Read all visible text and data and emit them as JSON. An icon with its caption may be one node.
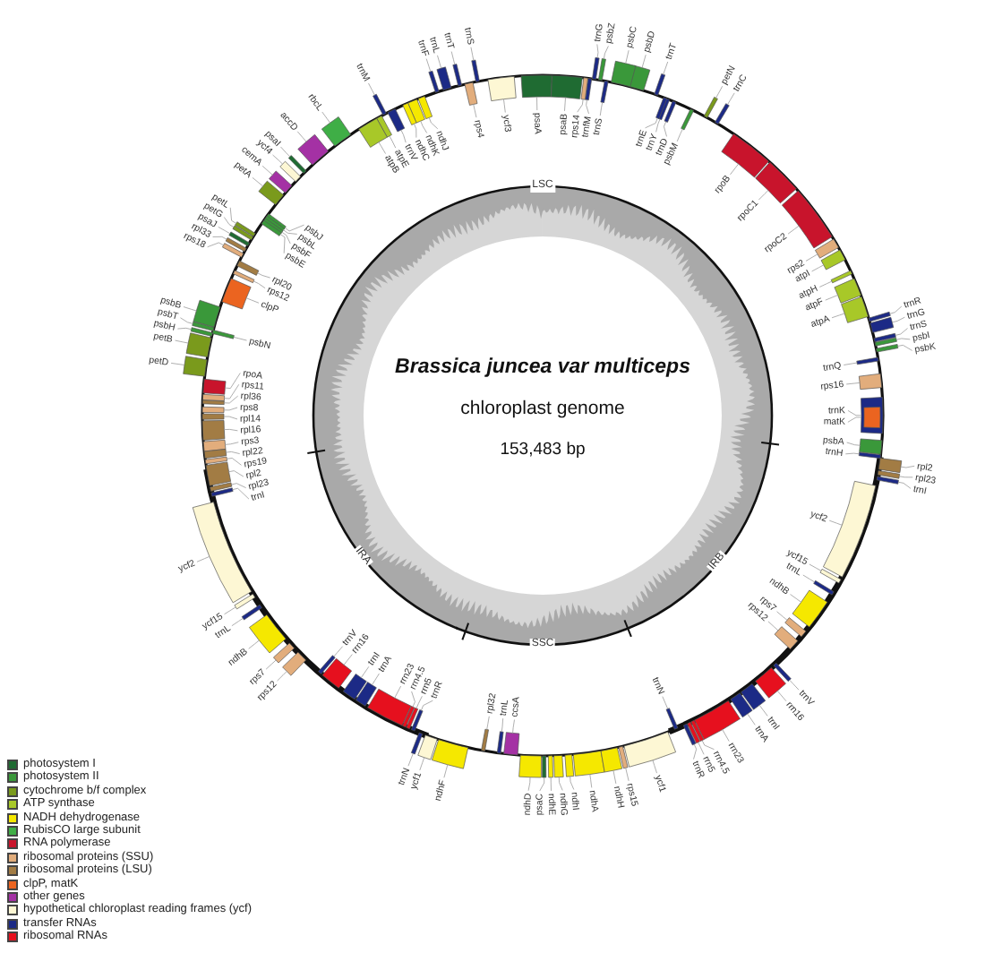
{
  "diagram": {
    "title": "Brassica juncea var multiceps",
    "nodes": [
      {
        "text": [],
        "shape": "bar"
      },
      {
        "text": [
          "trnH"
        ]
      },
      {
        "text": [],
        "shape": "bar"
      },
      {
        "text": [
          "psbA"
        ]
      },
      {
        "text": [],
        "shape": "bar"
      },
      {
        "text": [
          "trnK"
        ]
      },
      {
        "text": [],
        "shape": "bar",
        "in": 4
      },
      {
        "text": [
          "matK"
        ]
      },
      {
        "text": [],
        "shape": "bar"
      },
      {
        "text": [
          "rps16"
        ]
      },
      {
        "text": [],
        "shape": "bar"
      },
      {
        "text": [
          "trnQ"
        ]
      },
      {
        "text": [],
        "shape": "bar"
      },
      {
        "text": [
          "psbK"
        ]
      },
      {
        "text": [],
        "shape": "bar"
      },
      {
        "text": [
          "psbI"
        ]
      },
      {
        "text": [],
        "shape": "bar"
      },
      {
        "text": [
          "trnS"
        ]
      },
      {
        "text": [],
        "shape": "bar"
      },
      {
        "text": [
          "trnG"
        ]
      },
      {
        "text": [],
        "shape": "bar"
      },
      {
        "text": [
          "trnR"
        ]
      },
      {
        "text": [],
        "shape": "bar"
      },
      {
        "text": [
          "atpA"
        ]
      },
      {
        "text": [],
        "shape": "bar"
      },
      {
        "text": [
          "atpF"
        ]
      },
      {
        "text": [],
        "shape": "bar"
      },
      {
        "text": [
          "atpH"
        ]
      },
      {
        "text": [],
        "shape": "bar"
      },
      {
        "text": [
          "atpI"
        ]
      },
      {
        "text": [],
        "shape": "bar"
      },
      {
        "text": [
          "rps2"
        ]
      },
      {
        "text": [],
        "shape": "bar"
      },
      {
        "text": [
          "rpoC2"
        ]
      },
      {
        "text": [],
        "shape": "bar"
      },
      {
        "text": [
          "rpoC1"
        ]
      },
      {
        "text": [],
        "shape": "bar"
      },
      {
        "text": [
          "rpoB"
        ]
      },
      {
        "text": [],
        "shape": "bar"
      },
      {
        "text": [
          "trnC"
        ]
      },
      {
        "text": [],
        "shape": "bar"
      },
      {
        "text": [
          "petN"
        ]
      },
      {
        "text": [],
        "shape": "bar"
      },
      {
        "text": [
          "psbM"
        ]
      },
      {
        "text": [],
        "shape": "bar"
      },
      {
        "text": [
          "trnD"
        ]
      },
      {
        "text": [],
        "shape": "bar"
      },
      {
        "text": [
          "trnY"
        ]
      },
      {
        "text": [],
        "shape": "bar"
      },
      {
        "text": [
          "trnE"
        ]
      },
      {
        "text": [],
        "shape": "bar"
      },
      {
        "text": [
          "trnT"
        ]
      },
      {
        "text": [],
        "shape": "bar"
      },
      {
        "text": [
          "psbD"
        ]
      },
      {
        "text": [],
        "shape": "bar"
      },
      {
        "text": [
          "psbC"
        ]
      },
      {
        "text": [],
        "shape": "bar"
      },
      {
        "text": [
          "trnS"
        ]
      },
      {
        "text": [],
        "shape": "bar"
      },
      {
        "text": [
          "psbZ"
        ]
      },
      {
        "text": [],
        "shape": "bar"
      },
      {
        "text": [
          "trnG"
        ]
      },
      {
        "text": [],
        "shape": "bar"
      },
      {
        "text": [
          "trnfM"
        ]
      },
      {
        "text": [],
        "shape": "bar"
      },
      {
        "text": [
          "rps14"
        ]
      },
      {
        "text": [],
        "shape": "bar"
      },
      {
        "text": [
          "psaB"
        ]
      },
      {
        "text": [],
        "shape": "bar"
      },
      {
        "text": [
          "psaA"
        ]
      },
      {
        "text": [],
        "shape": "bar"
      },
      {
        "text": [
          "ycf3"
        ]
      },
      {
        "text": [],
        "shape": "bar"
      },
      {
        "text": [
          "trnS"
        ]
      },
      {
        "text": [],
        "shape": "bar"
      },
      {
        "text": [
          "rps4"
        ]
      },
      {
        "text": [],
        "shape": "bar"
      },
      {
        "text": [
          "trnT"
        ]
      },
      {
        "text": [],
        "shape": "bar"
      },
      {
        "text": [
          "trnL"
        ]
      },
      {
        "text": [],
        "shape": "bar"
      },
      {
        "text": [
          "trnF"
        ]
      },
      {
        "text": [],
        "shape": "bar"
      },
      {
        "text": [
          "ndhJ"
        ]
      },
      {
        "text": [],
        "shape": "bar"
      },
      {
        "text": [
          "ndhK"
        ]
      },
      {
        "text": [],
        "shape": "bar"
      },
      {
        "text": [
          "ndhC"
        ]
      },
      {
        "text": [],
        "shape": "bar"
      },
      {
        "text": [
          "trnV"
        ]
      },
      {
        "text": [],
        "shape": "bar"
      },
      {
        "text": [
          "trnM"
        ]
      },
      {
        "text": [],
        "shape": "bar"
      },
      {
        "text": [
          "atpE"
        ]
      },
      {
        "text": [],
        "shape": "bar"
      },
      {
        "text": [
          "atpB"
        ]
      },
      {
        "text": [],
        "shape": "bar"
      },
      {
        "text": [
          "rbcL"
        ]
      },
      {
        "text": [],
        "shape": "bar"
      },
      {
        "text": [
          "accD"
        ]
      },
      {
        "text": [],
        "shape": "bar"
      },
      {
        "text": [
          "psaI"
        ]
      },
      {
        "text": [],
        "shape": "bar"
      },
      {
        "text": [
          "ycf4"
        ]
      },
      {
        "text": [],
        "shape": "bar"
      },
      {
        "text": [
          "cemA"
        ]
      },
      {
        "text": [],
        "shape": "bar"
      },
      {
        "text": [
          "petA"
        ]
      },
      {
        "text": [],
        "shape": "bar"
      },
      {
        "text": [
          "psbJ"
        ]
      },
      {
        "text": [],
        "shape": "bar"
      },
      {
        "text": [
          "psbL"
        ]
      },
      {
        "text": [],
        "shape": "bar"
      },
      {
        "text": [
          "psbF"
        ]
      },
      {
        "text": [],
        "shape": "bar"
      },
      {
        "text": [
          "psbE"
        ]
      },
      {
        "text": [],
        "shape": "bar"
      },
      {
        "text": [
          "petL"
        ]
      },
      {
        "text": [],
        "shape": "bar"
      },
      {
        "text": [
          "petG"
        ]
      },
      {
        "text": [],
        "shape": "bar"
      },
      {
        "text": [
          "psaJ"
        ]
      },
      {
        "text": [],
        "shape": "bar"
      },
      {
        "text": [
          "rpl33"
        ]
      },
      {
        "text": [],
        "shape": "bar"
      },
      {
        "text": [
          "rps18"
        ]
      },
      {
        "text": [],
        "shape": "bar"
      },
      {
        "text": [
          "rpl20"
        ]
      },
      {
        "text": [],
        "shape": "bar"
      },
      {
        "text": [
          "rps12"
        ]
      },
      {
        "text": [],
        "shape": "bar"
      },
      {
        "text": [
          "clpP"
        ]
      },
      {
        "text": [],
        "shape": "bar"
      },
      {
        "text": [
          "psbB"
        ]
      },
      {
        "text": [],
        "shape": "bar"
      },
      {
        "text": [
          "psbT"
        ]
      },
      {
        "text": [],
        "shape": "bar"
      },
      {
        "text": [
          "psbN"
        ]
      },
      {
        "text": [],
        "shape": "bar"
      },
      {
        "text": [
          "psbH"
        ]
      },
      {
        "text": [],
        "shape": "bar"
      },
      {
        "text": [
          "petB"
        ]
      },
      {
        "text": [],
        "shape": "bar"
      },
      {
        "text": [
          "petD"
        ]
      },
      {
        "text": [],
        "shape": "bar"
      },
      {
        "text": [
          "rpoA"
        ]
      },
      {
        "text": [],
        "shape": "bar"
      },
      {
        "text": [
          "rps11"
        ]
      },
      {
        "text": [],
        "shape": "bar"
      },
      {
        "text": [
          "rpl36"
        ]
      },
      {
        "text": [],
        "shape": "bar"
      },
      {
        "text": [
          "rps8"
        ]
      },
      {
        "text": [],
        "shape": "bar"
      },
      {
        "text": [
          "rpl14"
        ]
      },
      {
        "text": [],
        "shape": "bar"
      },
      {
        "text": [
          "rpl16"
        ]
      },
      {
        "text": [],
        "shape": "bar"
      },
      {
        "text": [
          "rps3"
        ]
      },
      {
        "text": [],
        "shape": "bar"
      },
      {
        "text": [
          "rpl22"
        ]
      },
      {
        "text": [],
        "shape": "bar"
      },
      {
        "text": [
          "rps19"
        ]
      },
      {
        "text": [],
        "shape": "bar"
      },
      {
        "text": [
          "rpl2"
        ]
      },
      {
        "text": [],
        "shape": "bar"
      },
      {
        "text": [
          "rpl23"
        ]
      },
      {
        "text": [],
        "shape": "bar"
      },
      {
        "text": [
          "trnI"
        ]
      },
      {
        "text": [],
        "shape": "bar"
      },
      {
        "text": [
          "ycf2"
        ]
      },
      {
        "text": [],
        "shape": "bar"
      },
      {
        "text": [
          "ycf15"
        ]
      },
      {
        "text": [],
        "shape": "bar"
      },
      {
        "text": [
          "trnL"
        ]
      },
      {
        "text": [],
        "shape": "bar"
      },
      {
        "text": [
          "ndhB"
        ]
      },
      {
        "text": [],
        "shape": "bar"
      },
      {
        "text": [
          "rps7"
        ]
      },
      {
        "text": [],
        "shape": "bar"
      },
      {
        "text": [
          "rps12"
        ]
      },
      {
        "text": [],
        "shape": "bar"
      },
      {
        "text": [
          "trnV"
        ]
      },
      {
        "text": [],
        "shape": "bar"
      },
      {
        "text": [
          "rrn16"
        ]
      },
      {
        "text": [],
        "shape": "bar"
      },
      {
        "text": [
          "trnI"
        ]
      },
      {
        "text": [],
        "shape": "bar"
      },
      {
        "text": [
          "trnA"
        ]
      },
      {
        "text": [],
        "shape": "bar"
      },
      {
        "text": [
          "rrn23"
        ]
      },
      {
        "text": [],
        "shape": "bar"
      },
      {
        "text": [
          "rrn4.5"
        ]
      },
      {
        "text": [],
        "shape": "bar"
      },
      {
        "text": [
          "rrn5"
        ]
      },
      {
        "text": [],
        "shape": "bar"
      },
      {
        "text": [
          "trnR"
        ]
      },
      {
        "text": [],
        "shape": "bar"
      },
      {
        "text": [
          "trnN"
        ]
      },
      {
        "text": [],
        "shape": "bar"
      },
      {
        "text": [
          "ycf1"
        ]
      },
      {
        "text": [],
        "shape": "bar"
      },
      {
        "text": [
          "ndhF"
        ]
      },
      {
        "text": [],
        "shape": "bar"
      },
      {
        "text": [
          "rpl32"
        ]
      },
      {
        "text": [],
        "shape": "bar"
      },
      {
        "text": [
          "trnL"
        ]
      },
      {
        "text": [],
        "shape": "bar"
      },
      {
        "text": [
          "ccsA"
        ]
      },
      {
        "text": [],
        "shape": "bar"
      },
      {
        "text": [
          "ndhD"
        ]
      },
      {
        "text": [],
        "shape": "bar"
      },
      {
        "text": [
          "psaC"
        ]
      },
      {
        "text": [],
        "shape": "bar"
      },
      {
        "text": [
          "ndhE"
        ]
      },
      {
        "text": [],
        "shape": "bar"
      },
      {
        "text": [
          "ndhG"
        ]
      },
      {
        "text": [],
        "shape": "bar"
      },
      {
        "text": [
          "ndhI"
        ]
      },
      {
        "text": [],
        "shape": "bar"
      },
      {
        "text": [
          "ndhA"
        ]
      },
      {
        "text": [],
        "shape": "bar"
      },
      {
        "text": [
          "ndhH"
        ]
      },
      {
        "text": [],
        "shape": "bar"
      },
      {
        "text": [
          "rps15"
        ]
      },
      {
        "text": [],
        "shape": "bar"
      },
      {
        "text": [
          "ycf1"
        ]
      },
      {
        "text": [],
        "shape": "bar"
      },
      {
        "text": [
          "trnN"
        ]
      },
      {
        "text": [],
        "shape": "bar"
      },
      {
        "text": [
          "trnR"
        ]
      },
      {
        "text": [],
        "shape": "bar"
      },
      {
        "text": [
          "rrn5"
        ]
      },
      {
        "text": [],
        "shape": "bar"
      },
      {
        "text": [
          "rrn4.5"
        ]
      },
      {
        "text": [],
        "shape": "bar"
      },
      {
        "text": [
          "rrn23"
        ]
      },
      {
        "text": [],
        "shape": "bar"
      },
      {
        "text": [
          "trnA"
        ]
      },
      {
        "text": [],
        "shape": "bar"
      },
      {
        "text": [
          "trnI"
        ]
      },
      {
        "text": [],
        "shape": "bar"
      },
      {
        "text": [
          "rrn16"
        ]
      },
      {
        "text": [],
        "shape": "bar"
      },
      {
        "text": [
          "trnV"
        ]
      },
      {
        "text": [],
        "shape": "bar"
      },
      {
        "text": [
          "rps12"
        ]
      },
      {
        "text": [],
        "shape": "bar"
      },
      {
        "text": [
          "rps7"
        ]
      },
      {
        "text": [],
        "shape": "bar"
      },
      {
        "text": [
          "ndhB"
        ]
      },
      {
        "text": [],
        "shape": "bar"
      },
      {
        "text": [
          "trnL"
        ]
      },
      {
        "text": [],
        "shape": "bar"
      },
      {
        "text": [
          "ycf15"
        ]
      },
      {
        "text": [],
        "shape": "bar"
      },
      {
        "text": [
          "ycf2"
        ]
      },
      {
        "text": [],
        "shape": "bar"
      },
      {
        "text": [
          "trnI"
        ]
      },
      {
        "text": [],
        "shape": "bar"
      },
      {
        "text": [
          "rpl23"
        ]
      },
      {
        "text": [],
        "shape": "bar"
      },
      {
        "text": [
          "rpl2"
        ]
      }
    ],
    "edges": [
      {
        "from": 1,
        "to": 0,
        "arrow": "none"
      },
      {
        "from": 3,
        "to": 2,
        "arrow": "none"
      },
      {
        "from": 5,
        "to": 4,
        "arrow": "none"
      },
      {
        "from": 7,
        "to": 6,
        "arrow": "none"
      },
      {
        "from": 9,
        "to": 8,
        "arrow": "none"
      },
      {
        "from": 11,
        "to": 10,
        "arrow": "none"
      },
      {
        "from": 13,
        "to": 12,
        "arrow": "none"
      },
      {
        "from": 15,
        "to": 14,
        "arrow": "none"
      },
      {
        "from": 17,
        "to": 16,
        "arrow": "none"
      },
      {
        "from": 19,
        "to": 18,
        "arrow": "none"
      },
      {
        "from": 21,
        "to": 20,
        "arrow": "none"
      },
      {
        "from": 23,
        "to": 22,
        "arrow": "none"
      },
      {
        "from": 25,
        "to": 24,
        "arrow": "none"
      },
      {
        "from": 27,
        "to": 26,
        "arrow": "none"
      },
      {
        "from": 29,
        "to": 28,
        "arrow": "none"
      },
      {
        "from": 31,
        "to": 30,
        "arrow": "none"
      },
      {
        "from": 33,
        "to": 32,
        "arrow": "none"
      },
      {
        "from": 35,
        "to": 34,
        "arrow": "none"
      },
      {
        "from": 37,
        "to": 36,
        "arrow": "none"
      },
      {
        "from": 39,
        "to": 38,
        "arrow": "none"
      },
      {
        "from": 41,
        "to": 40,
        "arrow": "none"
      },
      {
        "from": 43,
        "to": 42,
        "arrow": "none"
      },
      {
        "from": 45,
        "to": 44,
        "arrow": "none"
      },
      {
        "from": 47,
        "to": 46,
        "arrow": "none"
      },
      {
        "from": 49,
        "to": 48,
        "arrow": "none"
      },
      {
        "from": 51,
        "to": 50,
        "arrow": "none"
      },
      {
        "from": 53,
        "to": 52,
        "arrow": "none"
      },
      {
        "from": 55,
        "to": 54,
        "arrow": "none"
      },
      {
        "from": 57,
        "to": 56,
        "arrow": "none"
      },
      {
        "from": 59,
        "to": 58,
        "arrow": "none"
      },
      {
        "from": 61,
        "to": 60,
        "arrow": "none"
      },
      {
        "from": 63,
        "to": 62,
        "arrow": "none"
      },
      {
        "from": 65,
        "to": 64,
        "arrow": "none"
      },
      {
        "from": 67,
        "to": 66,
        "arrow": "none"
      },
      {
        "from": 69,
        "to": 68,
        "arrow": "none"
      },
      {
        "from": 71,
        "to": 70,
        "arrow": "none"
      },
      {
        "from": 73,
        "to": 72,
        "arrow": "none"
      },
      {
        "from": 75,
        "to": 74,
        "arrow": "none"
      },
      {
        "from": 77,
        "to": 76,
        "arrow": "none"
      },
      {
        "from": 79,
        "to": 78,
        "arrow": "none"
      },
      {
        "from": 81,
        "to": 80,
        "arrow": "none"
      },
      {
        "from": 83,
        "to": 82,
        "arrow": "none"
      },
      {
        "from": 85,
        "to": 84,
        "arrow": "none"
      },
      {
        "from": 87,
        "to": 86,
        "arrow": "none"
      },
      {
        "from": 89,
        "to": 88,
        "arrow": "none"
      },
      {
        "from": 91,
        "to": 90,
        "arrow": "none"
      },
      {
        "from": 93,
        "to": 92,
        "arrow": "none"
      },
      {
        "from": 95,
        "to": 94,
        "arrow": "none"
      },
      {
        "from": 97,
        "to": 96,
        "arrow": "none"
      },
      {
        "from": 99,
        "to": 98,
        "arrow": "none"
      },
      {
        "from": 101,
        "to": 100,
        "arrow": "none"
      },
      {
        "from": 103,
        "to": 102,
        "arrow": "none"
      },
      {
        "from": 105,
        "to": 104,
        "arrow": "none"
      },
      {
        "from": 107,
        "to": 106,
        "arrow": "none"
      },
      {
        "from": 109,
        "to": 108,
        "arrow": "none"
      },
      {
        "from": 111,
        "to": 110,
        "arrow": "none"
      },
      {
        "from": 113,
        "to": 112,
        "arrow": "none"
      },
      {
        "from": 115,
        "to": 114,
        "arrow": "none"
      },
      {
        "from": 117,
        "to": 116,
        "arrow": "none"
      },
      {
        "from": 119,
        "to": 118,
        "arrow": "none"
      },
      {
        "from": 121,
        "to": 120,
        "arrow": "none"
      },
      {
        "from": 123,
        "to": 122,
        "arrow": "none"
      },
      {
        "from": 125,
        "to": 124,
        "arrow": "none"
      },
      {
        "from": 127,
        "to": 126,
        "arrow": "none"
      },
      {
        "from": 129,
        "to": 128,
        "arrow": "none"
      },
      {
        "from": 131,
        "to": 130,
        "arrow": "none"
      },
      {
        "from": 133,
        "to": 132,
        "arrow": "none"
      },
      {
        "from": 135,
        "to": 134,
        "arrow": "none"
      },
      {
        "from": 137,
        "to": 136,
        "arrow": "none"
      },
      {
        "from": 139,
        "to": 138,
        "arrow": "none"
      },
      {
        "from": 141,
        "to": 140,
        "arrow": "none"
      },
      {
        "from": 143,
        "to": 142,
        "arrow": "none"
      },
      {
        "from": 145,
        "to": 144,
        "arrow": "none"
      },
      {
        "from": 147,
        "to": 146,
        "arrow": "none"
      },
      {
        "from": 149,
        "to": 148,
        "arrow": "none"
      },
      {
        "from": 151,
        "to": 150,
        "arrow": "none"
      },
      {
        "from": 153,
        "to": 152,
        "arrow": "none"
      },
      {
        "from": 155,
        "to": 154,
        "arrow": "none"
      },
      {
        "from": 157,
        "to": 156,
        "arrow": "none"
      },
      {
        "from": 159,
        "to": 158,
        "arrow": "none"
      },
      {
        "from": 161,
        "to": 160,
        "arrow": "none"
      },
      {
        "from": 163,
        "to": 162,
        "arrow": "none"
      },
      {
        "from": 165,
        "to": 164,
        "arrow": "none"
      },
      {
        "from": 167,
        "to": 166,
        "arrow": "none"
      },
      {
        "from": 169,
        "to": 168,
        "arrow": "none"
      },
      {
        "from": 171,
        "to": 170,
        "arrow": "none"
      },
      {
        "from": 173,
        "to": 172,
        "arrow": "none"
      },
      {
        "from": 175,
        "to": 174,
        "arrow": "none"
      },
      {
        "from": 177,
        "to": 176,
        "arrow": "none"
      },
      {
        "from": 179,
        "to": 178,
        "arrow": "none"
      },
      {
        "from": 181,
        "to": 180,
        "arrow": "none"
      },
      {
        "from": 183,
        "to": 182,
        "arrow": "none"
      },
      {
        "from": 185,
        "to": 184,
        "arrow": "none"
      },
      {
        "from": 187,
        "to": 186,
        "arrow": "none"
      },
      {
        "from": 189,
        "to": 188,
        "arrow": "none"
      },
      {
        "from": 191,
        "to": 190,
        "arrow": "none"
      },
      {
        "from": 193,
        "to": 192,
        "arrow": "none"
      },
      {
        "from": 195,
        "to": 194,
        "arrow": "none"
      },
      {
        "from": 197,
        "to": 196,
        "arrow": "none"
      },
      {
        "from": 199,
        "to": 198,
        "arrow": "none"
      },
      {
        "from": 201,
        "to": 200,
        "arrow": "none"
      },
      {
        "from": 203,
        "to": 202,
        "arrow": "none"
      },
      {
        "from": 205,
        "to": 204,
        "arrow": "none"
      },
      {
        "from": 207,
        "to": 206,
        "arrow": "none"
      },
      {
        "from": 209,
        "to": 208,
        "arrow": "none"
      },
      {
        "from": 211,
        "to": 210,
        "arrow": "none"
      },
      {
        "from": 213,
        "to": 212,
        "arrow": "none"
      },
      {
        "from": 215,
        "to": 214,
        "arrow": "none"
      },
      {
        "from": 217,
        "to": 216,
        "arrow": "none"
      },
      {
        "from": 219,
        "to": 218,
        "arrow": "none"
      },
      {
        "from": 221,
        "to": 220,
        "arrow": "none"
      },
      {
        "from": 223,
        "to": 222,
        "arrow": "none"
      },
      {
        "from": 225,
        "to": 224,
        "arrow": "none"
      },
      {
        "from": 227,
        "to": 226,
        "arrow": "none"
      },
      {
        "from": 229,
        "to": 228,
        "arrow": "none"
      },
      {
        "from": 231,
        "to": 230,
        "arrow": "none"
      },
      {
        "from": 233,
        "to": 232,
        "arrow": "none"
      },
      {
        "from": 235,
        "to": 234,
        "arrow": "none"
      },
      {
        "from": 237,
        "to": 236,
        "arrow": "none"
      },
      {
        "from": 239,
        "to": 238,
        "arrow": "none"
      },
      {
        "from": 241,
        "to": 240,
        "arrow": "none"
      },
      {
        "from": 243,
        "to": 242,
        "arrow": "none"
      },
      {
        "from": 245,
        "to": 244,
        "arrow": "none"
      },
      {
        "from": 247,
        "to": 246,
        "arrow": "none"
      },
      {
        "from": 249,
        "to": 248,
        "arrow": "none"
      },
      {
        "from": 251,
        "to": 250,
        "arrow": "none"
      },
      {
        "from": 253,
        "to": 252,
        "arrow": "none"
      },
      {
        "from": 255,
        "to": 254,
        "arrow": "none"
      },
      {
        "from": 257,
        "to": 256,
        "arrow": "none"
      },
      {
        "from": 259,
        "to": 258,
        "arrow": "none"
      },
      {
        "from": 261,
        "to": 260,
        "arrow": "none"
      }
    ],
    "labels": [
      "LSC",
      "chloroplast genome",
      "153,483 bp",
      "IRA",
      "IRB",
      "SSC"
    ],
    "legend": [
      {
        "text": "photosystem I",
        "color": "#1f6b32"
      },
      {
        "text": "photosystem II",
        "color": "#3a983a"
      },
      {
        "text": "cytochrome b/f complex",
        "color": "#7a9a1c"
      },
      {
        "text": "ATP synthase",
        "color": "#a8c828"
      },
      {
        "text": "NADH dehydrogenase",
        "color": "#f5e800"
      },
      {
        "text": "RubisCO large subunit",
        "color": "#3fae46"
      },
      {
        "text": "RNA polymerase",
        "color": "#c8142c"
      },
      {
        "text": "ribosomal proteins (SSU)",
        "color": "#e2ad7c"
      },
      {
        "text": "ribosomal proteins (LSU)",
        "color": "#a27c44"
      },
      {
        "text": "clpP, matK",
        "color": "#eb6420"
      },
      {
        "text": "other genes",
        "color": "#a431a4"
      },
      {
        "text": "hypothetical chloroplast reading frames (ycf)",
        "color": "#fdf7d4"
      },
      {
        "text": "transfer RNAs",
        "color": "#1c2a86"
      },
      {
        "text": "ribosomal RNAs",
        "color": "#e6101e"
      }
    ]
  }
}
